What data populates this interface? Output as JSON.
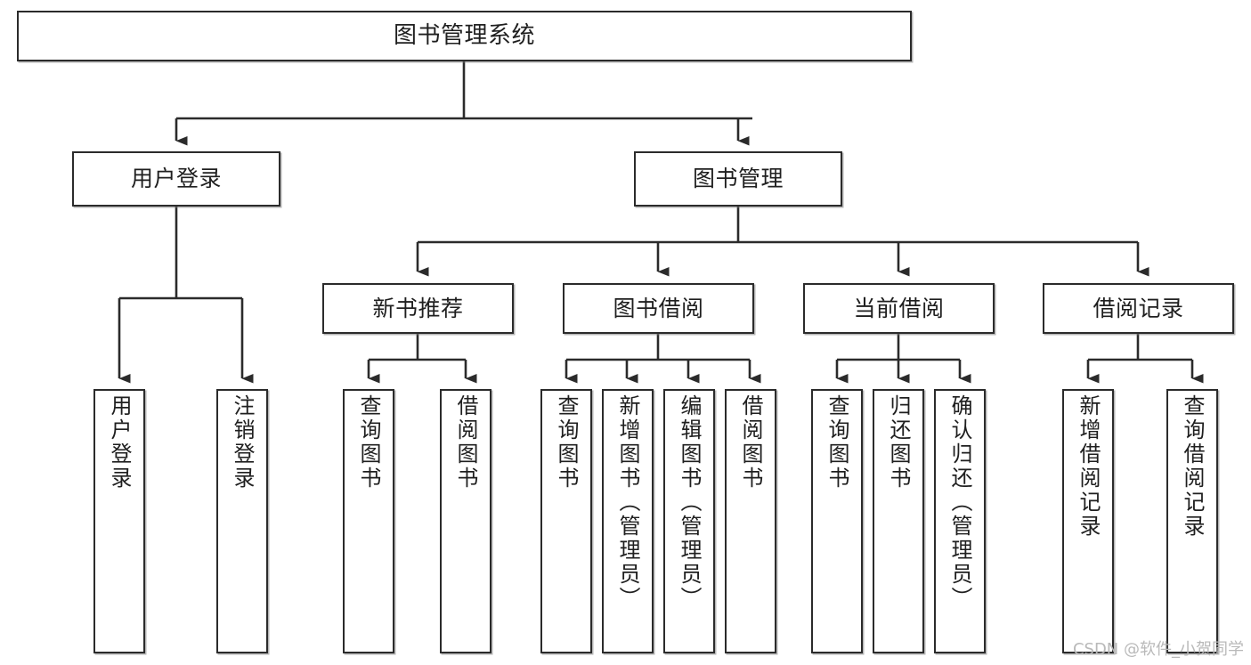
{
  "diagram": {
    "type": "tree-hierarchy",
    "title": "图书管理系统",
    "colors": {
      "box_border": "#2b2b2b",
      "box_fill": "#ffffff",
      "edge": "#2b2b2b",
      "text": "#1f1f1f",
      "watermark": "#b9b9b9",
      "background": "#ffffff"
    },
    "root": {
      "label": "图书管理系统"
    },
    "level1": [
      {
        "label": "用户登录"
      },
      {
        "label": "图书管理"
      }
    ],
    "level2": [
      {
        "label": "新书推荐"
      },
      {
        "label": "图书借阅"
      },
      {
        "label": "当前借阅"
      },
      {
        "label": "借阅记录"
      }
    ],
    "leaves": {
      "user_login": [
        {
          "label": "用户登录"
        },
        {
          "label": "注销登录"
        }
      ],
      "new_book_recommend": [
        {
          "label": "查询图书"
        },
        {
          "label": "借阅图书"
        }
      ],
      "book_borrow": [
        {
          "label": "查询图书"
        },
        {
          "label": "新增图书（管理员）"
        },
        {
          "label": "编辑图书（管理员）"
        },
        {
          "label": "借阅图书"
        }
      ],
      "current_borrow": [
        {
          "label": "查询图书"
        },
        {
          "label": "归还图书"
        },
        {
          "label": "确认归还（管理员）"
        }
      ],
      "borrow_record": [
        {
          "label": "新增借阅记录"
        },
        {
          "label": "查询借阅记录"
        }
      ]
    },
    "watermark": "CSDN @软件_小贺同学"
  }
}
